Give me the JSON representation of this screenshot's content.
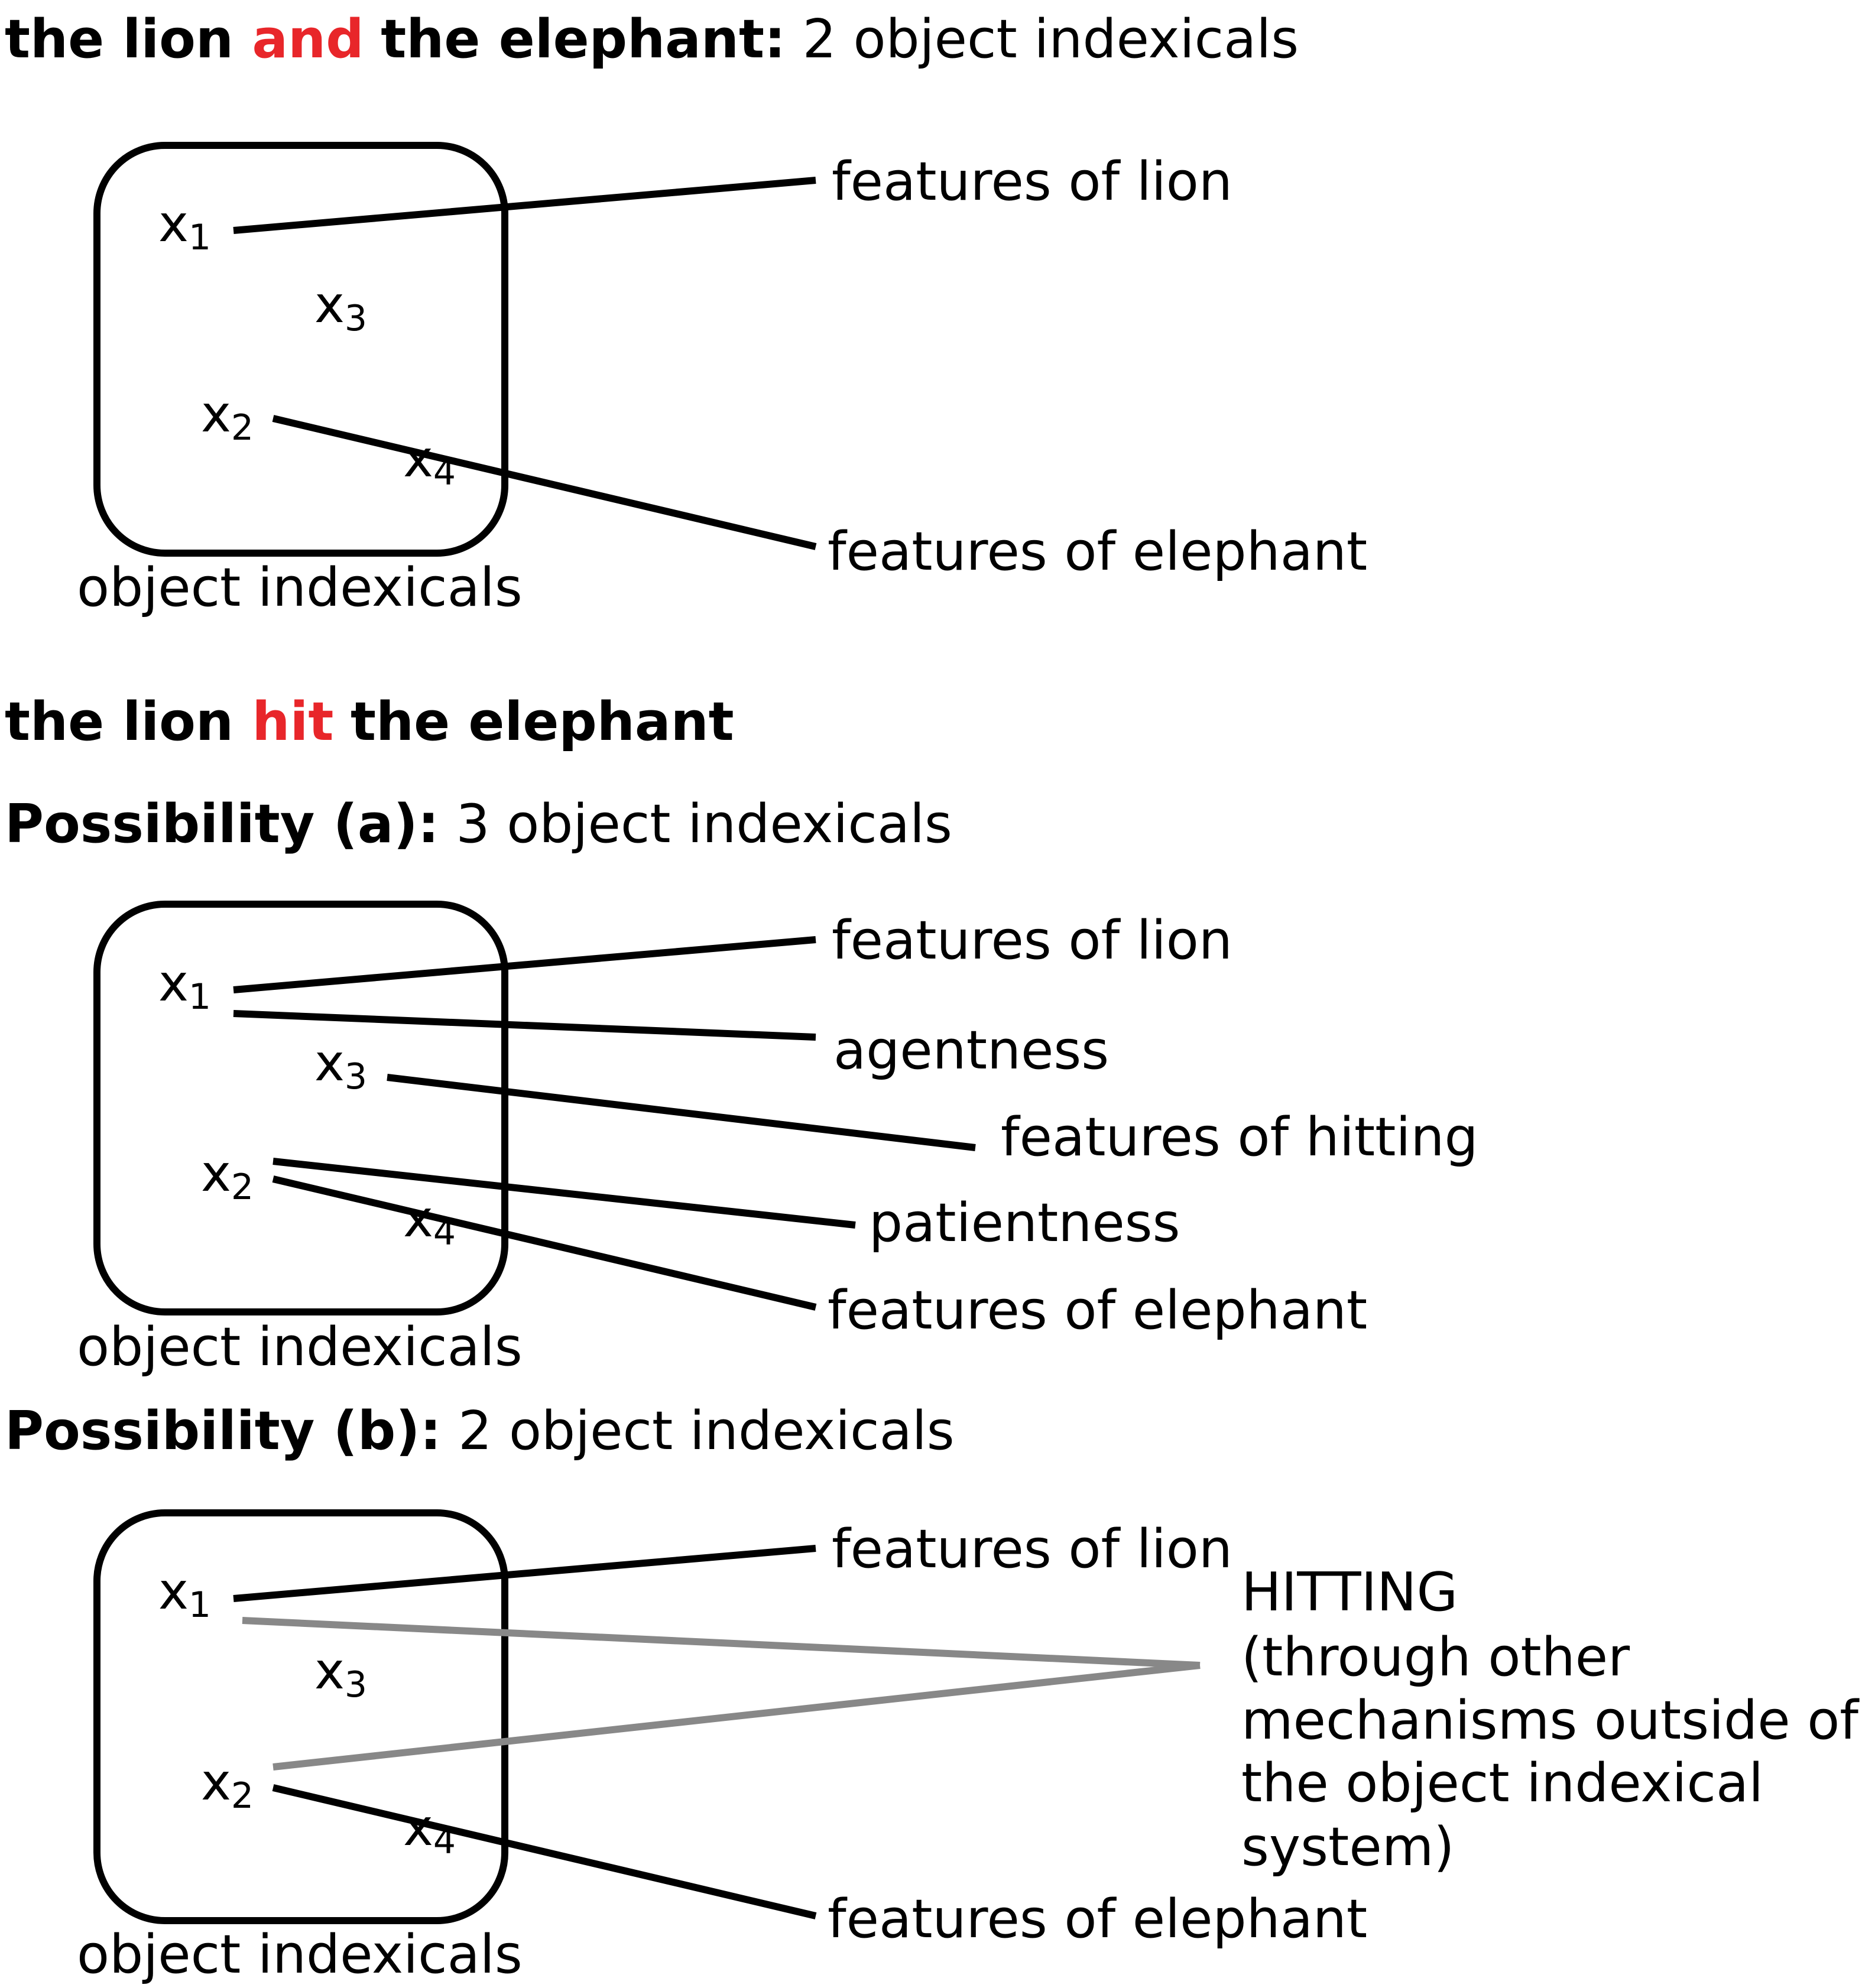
{
  "colors": {
    "text": "#000000",
    "highlight": "#e8262a",
    "grey_link": "#888888"
  },
  "section1": {
    "title_part1": "the lion ",
    "title_conj": "and",
    "title_part2": " the elephant:",
    "title_rest": " 2 object indexicals",
    "var_x": "x",
    "sub_1": "1",
    "sub_2": "2",
    "sub_3": "3",
    "sub_4": "4",
    "label_lion": "features of lion",
    "label_elephant": "features of elephant",
    "box_label": "object indexicals"
  },
  "section2": {
    "title_part1": "the lion ",
    "title_verb": "hit",
    "title_part2": " the elephant"
  },
  "possibility_a": {
    "title_bold": "Possibility (a):",
    "title_rest": " 3 object indexicals",
    "label_lion": "features of lion",
    "label_agent": "agentness",
    "label_hitting": "features of hitting",
    "label_patient": "patientness",
    "label_elephant": "features of elephant",
    "box_label": "object indexicals"
  },
  "possibility_b": {
    "title_bold": "Possibility (b):",
    "title_rest": " 2 object indexicals",
    "label_lion": "features of lion",
    "label_hitting_1": "HITTING",
    "label_hitting_2": "(through other",
    "label_hitting_3": "mechanisms outside of",
    "label_hitting_4": "the object indexical",
    "label_hitting_5": "system)",
    "label_elephant": "features of elephant",
    "box_label": "object indexicals"
  }
}
